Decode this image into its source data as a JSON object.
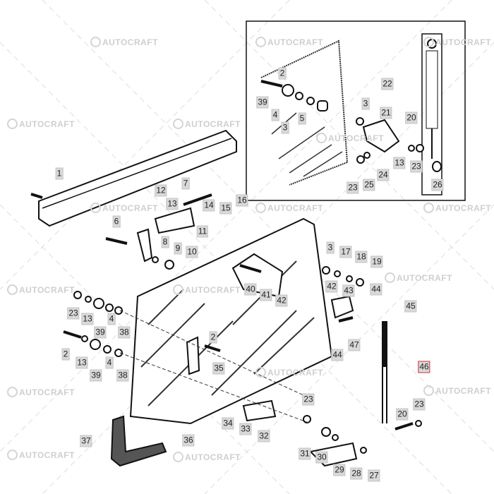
{
  "watermark": "AUTOCRAFT",
  "inset_labels": [
    "2",
    "39",
    "4",
    "3",
    "5",
    "3",
    "21",
    "20",
    "22",
    "13",
    "23",
    "24",
    "25",
    "23",
    "26"
  ],
  "main_labels": [
    "1",
    "7",
    "12",
    "13",
    "14",
    "15",
    "16",
    "11",
    "6",
    "8",
    "9",
    "10",
    "3",
    "17",
    "18",
    "19",
    "40",
    "41",
    "42",
    "42",
    "43",
    "44",
    "45",
    "47",
    "44",
    "46",
    "23",
    "13",
    "39",
    "4",
    "38",
    "2",
    "2",
    "13",
    "39",
    "4",
    "38",
    "35",
    "23",
    "20",
    "23",
    "34",
    "33",
    "32",
    "37",
    "36",
    "31",
    "30",
    "29",
    "28",
    "27"
  ]
}
